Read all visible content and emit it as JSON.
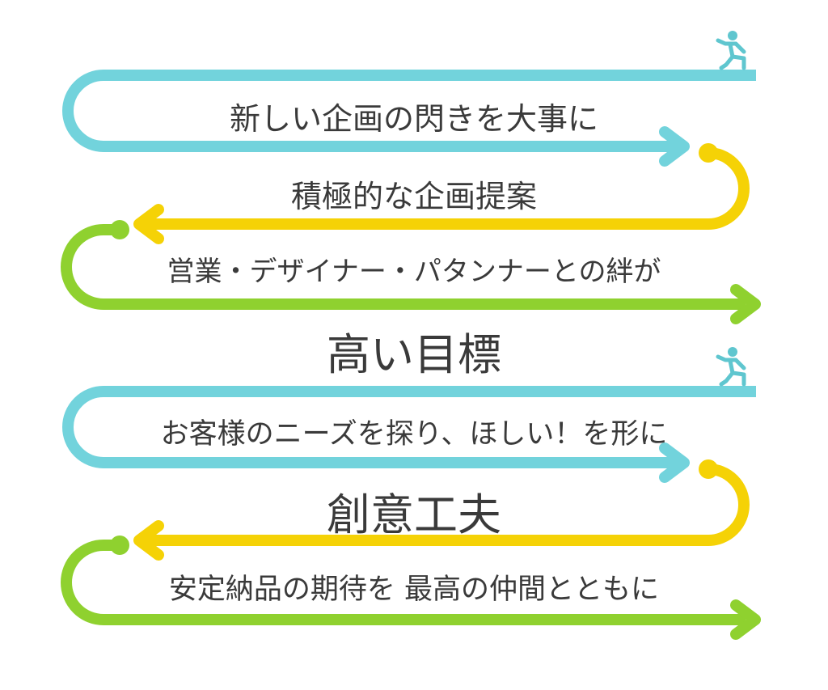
{
  "colors": {
    "blue": "#72d3dc",
    "yellow": "#f5d206",
    "green": "#8fd12f",
    "text": "#3a3a3a",
    "runner": "#5fc6cf"
  },
  "icons": [
    "runner-icon",
    "arrow-right-icon",
    "arrow-left-icon"
  ],
  "section1": {
    "lines": [
      "新しい企画の閃きを大事に",
      "積極的な企画提案",
      "営業・デザイナー・パタンナーとの絆が"
    ]
  },
  "heading1": "高い目標",
  "section2": {
    "lines": [
      "お客様のニーズを探り、ほしい！を形に",
      "創意工夫",
      "安定納品の期待を 最高の仲間とともに"
    ]
  }
}
